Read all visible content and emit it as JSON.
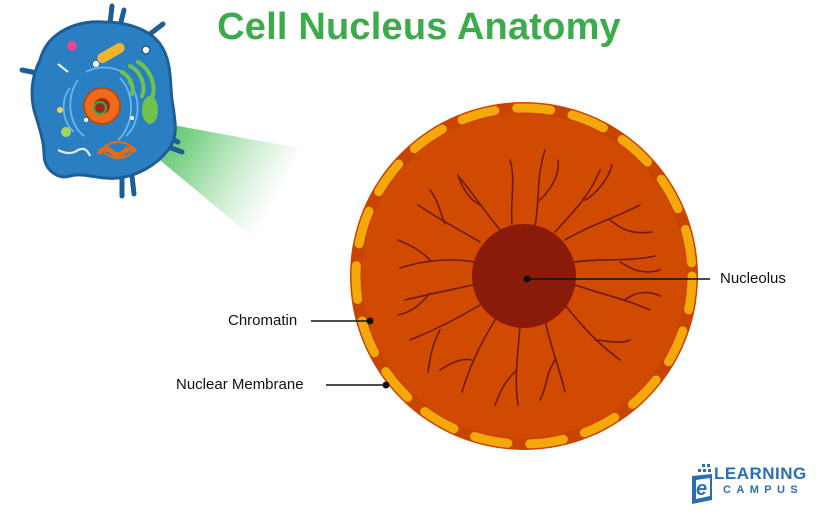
{
  "title": "Cell Nucleus Anatomy",
  "labels": {
    "nucleolus": "Nucleolus",
    "chromatin": "Chromatin",
    "nuclear_membrane": "Nuclear Membrane"
  },
  "logo": {
    "main": "LEARNING",
    "sub": "CAMPUS",
    "letter": "e"
  },
  "colors": {
    "title": "#3cab4b",
    "nucleus_fill": "#d14a02",
    "nucleus_rim": "#c94400",
    "membrane_dash": "#f4a80a",
    "nucleolus": "#8a1a0a",
    "chromatin_lines": "#6e1a12",
    "cell_body": "#2a7fc2",
    "cell_outline": "#1d5e96",
    "zoom_beam": "#35b34a",
    "logo_blue": "#2a6fb5"
  }
}
